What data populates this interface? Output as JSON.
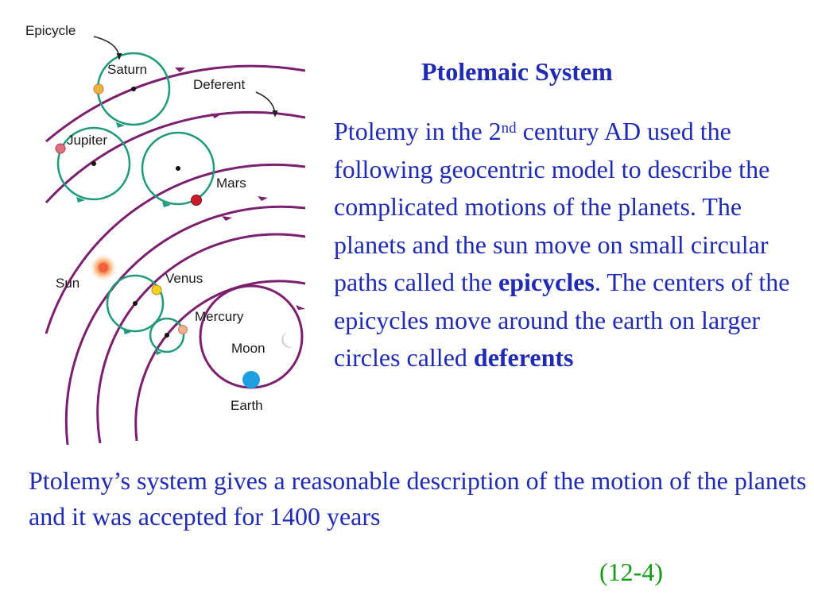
{
  "diagram": {
    "labels": {
      "epicycle": "Epicycle",
      "saturn": "Saturn",
      "deferent": "Deferent",
      "jupiter": "Jupiter",
      "mars": "Mars",
      "sun": "Sun",
      "venus": "Venus",
      "mercury": "Mercury",
      "moon": "Moon",
      "earth": "Earth"
    },
    "colors": {
      "deferent": "#7b1f6e",
      "epicycle": "#1f9a7a",
      "earth": "#1ea0e0",
      "saturn": "#f0b040",
      "jupiter": "#e07080",
      "mars": "#cc1a2a",
      "venus": "#f5d020",
      "mercury": "#f5b090",
      "sun": "#f06040"
    }
  },
  "title": "Ptolemaic System",
  "paragraph": {
    "p1": "Ptolemy in the 2",
    "sup": "nd",
    "p2": " century AD used the following geocentric model to describe the complicated motions of the planets.  The planets and the sun move on small circular paths called the ",
    "bold1": "epicycles",
    "p3": ".  The centers of the epicycles move around the earth on larger circles called ",
    "bold2": "deferents"
  },
  "conclusion": "Ptolemy’s system gives a reasonable description of the motion of the planets and it was accepted for 1400 years",
  "slide_number": "(12-4)"
}
